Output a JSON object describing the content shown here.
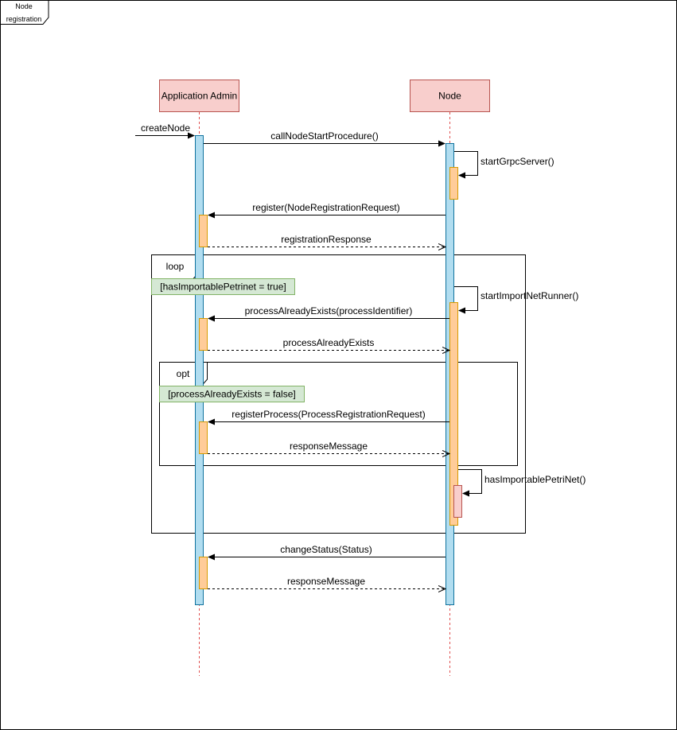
{
  "frame": {
    "title_line1": "Node",
    "title_line2": "registration"
  },
  "participants": [
    {
      "name": "Application Admin"
    },
    {
      "name": "Node"
    }
  ],
  "messages": {
    "create_node": "createNode",
    "call_start": "callNodeStartProcedure()",
    "start_grpc": "startGrpcServer()",
    "register": "register(NodeRegistrationRequest)",
    "registration_response": "registrationResponse",
    "start_import": "startImportNetRunner()",
    "process_exists": "processAlreadyExists(processIdentifier)",
    "process_exists_reply": "processAlreadyExists",
    "register_process": "registerProcess(ProcessRegistrationRequest)",
    "response_message_1": "responseMessage",
    "has_importable": "hasImportablePetriNet()",
    "change_status": "changeStatus(Status)",
    "response_message_2": "responseMessage"
  },
  "fragments": {
    "loop": {
      "operator": "loop",
      "guard": "[hasImportablePetrinet = true]"
    },
    "opt": {
      "operator": "opt",
      "guard": "[processAlreadyExists = false]"
    }
  },
  "colors": {
    "participant_fill": "#f8cecc",
    "participant_stroke": "#b85450",
    "lifeline": "#e05050",
    "activation_blue": "#b1ddf0",
    "activation_orange": "#ffcc99",
    "activation_pink": "#f8cecc",
    "guard_fill": "#d5e8d4",
    "guard_stroke": "#82b366"
  }
}
